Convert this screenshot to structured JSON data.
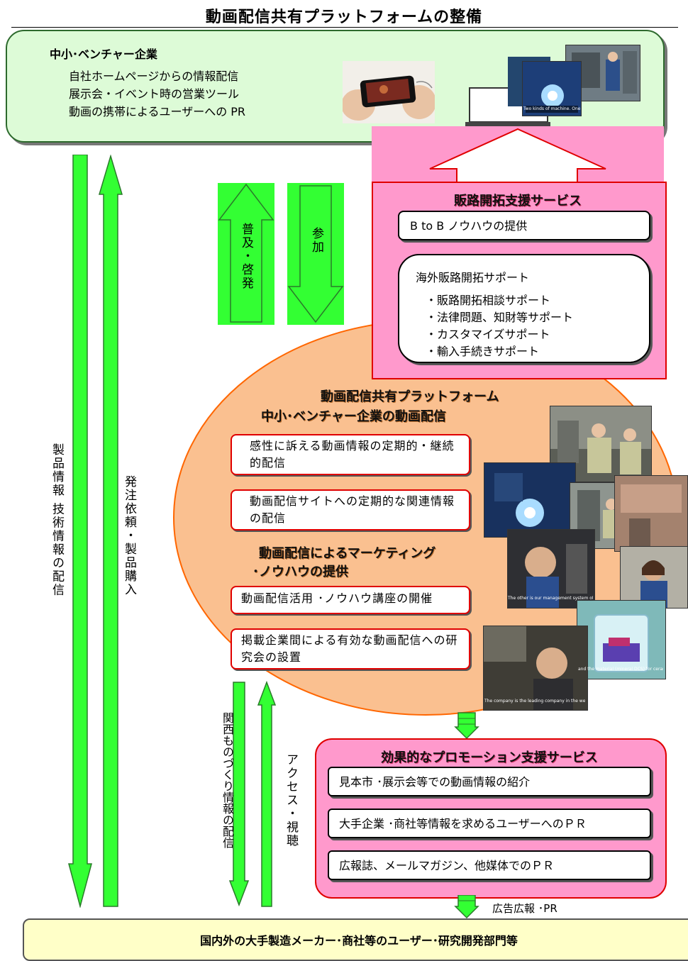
{
  "title": "動画配信共有プラットフォームの整備",
  "top_box": {
    "heading": "中小･ベンチャー企業",
    "lines": [
      "自社ホームページからの情報配信",
      "展示会・イベント時の営業ツール",
      "動画の携帯によるユーザーへの PR"
    ]
  },
  "arrows": {
    "left_down": "製品情報 技術情報の配信",
    "left_up": "発注依頼・製品購入",
    "fukyu": "普及・啓発",
    "sanka": "参加",
    "kansai": "関西ものづくり情報の配信",
    "access": "アクセス・視聴",
    "koukoku": "広告広報 ･PR"
  },
  "sales_support": {
    "heading": "販路開拓支援サービス",
    "btob": "B to B ノウハウの提供",
    "overseas_title": "海外販路開拓サポート",
    "overseas_items": [
      "・販路開拓相談サポート",
      "・法律問題、知財等サポート",
      "・カスタマイズサポート",
      "・輸入手続きサポート"
    ]
  },
  "platform": {
    "heading_1": "動画配信共有プラットフォーム",
    "heading_2": "中小･ベンチャー企業の動画配信",
    "items": [
      "感性に訴える動画情報の定期的・継続的配信",
      "動画配信サイトへの定期的な関連情報の配信"
    ],
    "marketing_heading_1": "動画配信によるマーケティング",
    "marketing_heading_2": "･ノウハウの提供",
    "marketing_items": [
      "動画配信活用 ･ノウハウ講座の開催",
      "掲載企業間による有効な動画配信への研究会の設置"
    ]
  },
  "promotion": {
    "heading": "効果的なプロモーション支援サービス",
    "items": [
      "見本市 ･展示会等での動画情報の紹介",
      "大手企業 ･商社等情報を求めるユーザーへのＰＲ",
      "広報誌、メールマガジン、他媒体でのＰＲ"
    ]
  },
  "photo_captions": {
    "laptop": "Two kinds of machine. One is for welding. One is for mechani...",
    "glass": "The other is our management system of laboratory...",
    "man": "The company is the leading company in the welding and cutting industry in Japan...",
    "stone": "and the material (mineral DCS) for ceramic..."
  },
  "bottom": "国内外の大手製造メーカー･商社等のユーザー･研究開発部門等",
  "colors": {
    "arrow_green": "#33ff33",
    "pink": "#ff99cc",
    "orange_ellipse": "#fac090",
    "top_green": "#ddfbd7",
    "bottom_yellow": "#ffffc8",
    "red": "#e00000"
  }
}
